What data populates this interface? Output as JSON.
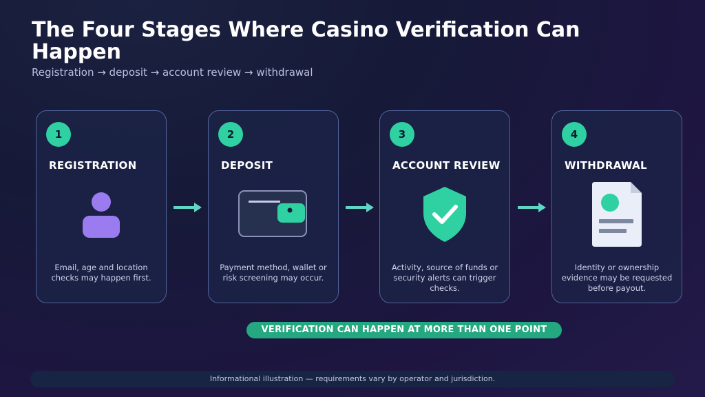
{
  "header": {
    "title": "The Four Stages Where Casino Verification Can Happen",
    "subtitle": "Registration → deposit → account review → withdrawal"
  },
  "stages": [
    {
      "number": "1",
      "name": "REGISTRATION",
      "icon": "user-icon",
      "description": "Email, age and location checks may happen first."
    },
    {
      "number": "2",
      "name": "DEPOSIT",
      "icon": "wallet-icon",
      "description": "Payment method, wallet or risk screening may occur."
    },
    {
      "number": "3",
      "name": "ACCOUNT REVIEW",
      "icon": "shield-check-icon",
      "description": "Activity, source of funds or security alerts can trigger checks."
    },
    {
      "number": "4",
      "name": "WITHDRAWAL",
      "icon": "id-document-icon",
      "description": "Identity or ownership evidence may be requested before payout."
    }
  ],
  "callout": "VERIFICATION CAN HAPPEN AT MORE THAN ONE POINT",
  "footer": "Informational illustration — requirements vary by operator and jurisdiction.",
  "colors": {
    "accent": "#2fd1a3",
    "user_icon": "#9b7cf0",
    "card_border": "#51639b",
    "arrow": "#5fd6c4"
  }
}
